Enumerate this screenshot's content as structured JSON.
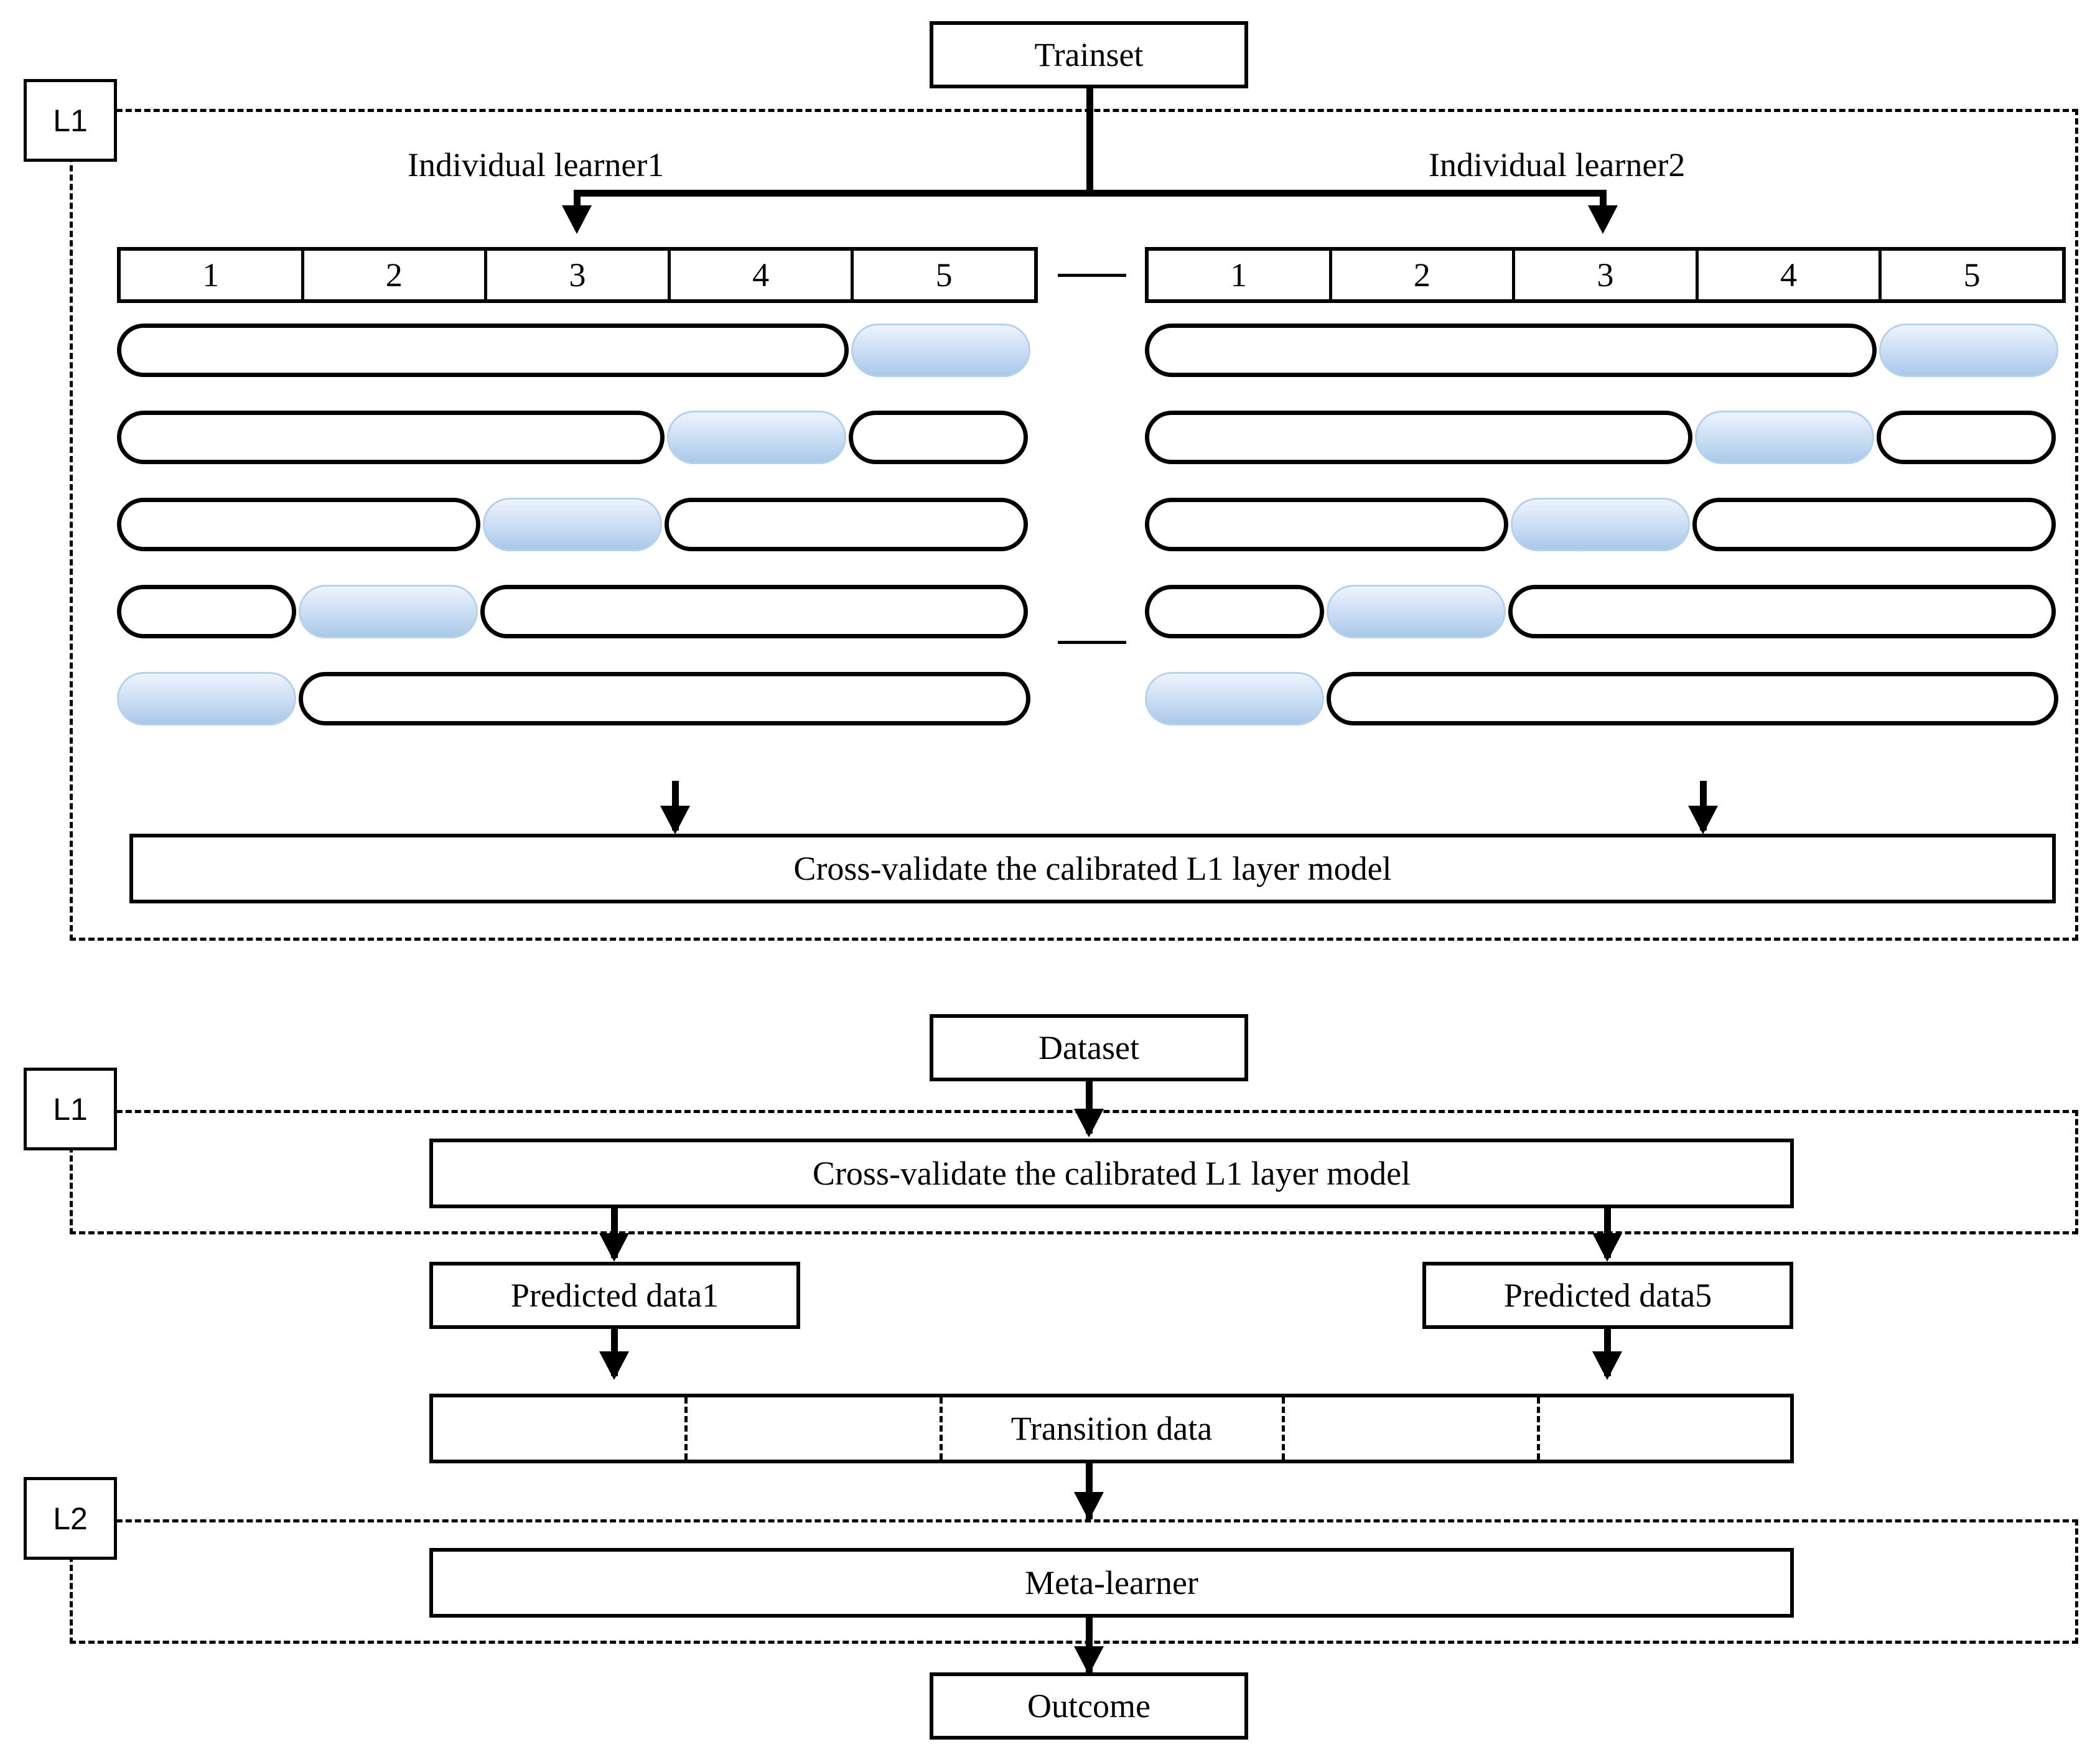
{
  "diagram": {
    "title_boxes": {
      "trainset": "Trainset",
      "dataset": "Dataset",
      "outcome": "Outcome",
      "meta_learner": "Meta-learner",
      "transition_data": "Transition data",
      "predicted_data_1": "Predicted data1",
      "predicted_data_5": "Predicted data5",
      "cross_validate": "Cross-validate the calibrated L1 layer model"
    },
    "layer_tags": {
      "l1_top": "L1",
      "l1_bottom": "L1",
      "l2": "L2"
    },
    "learners": [
      {
        "label": "Individual learner1"
      },
      {
        "label": "Individual learner2"
      }
    ],
    "fold_header": [
      "1",
      "2",
      "3",
      "4",
      "5"
    ],
    "fold_rows": [
      {
        "segments": [
          {
            "type": "white",
            "span": 4
          },
          {
            "type": "blue",
            "span": 1
          }
        ]
      },
      {
        "segments": [
          {
            "type": "white",
            "span": 3
          },
          {
            "type": "blue",
            "span": 1
          },
          {
            "type": "white",
            "span": 1
          }
        ]
      },
      {
        "segments": [
          {
            "type": "white",
            "span": 2
          },
          {
            "type": "blue",
            "span": 1
          },
          {
            "type": "white",
            "span": 2
          }
        ]
      },
      {
        "segments": [
          {
            "type": "white",
            "span": 1
          },
          {
            "type": "blue",
            "span": 1
          },
          {
            "type": "white",
            "span": 3
          }
        ]
      },
      {
        "segments": [
          {
            "type": "blue",
            "span": 1
          },
          {
            "type": "white",
            "span": 4
          }
        ]
      }
    ],
    "colors": {
      "stroke": "#000000",
      "blue_fill_top": "#eef4fc",
      "blue_fill_bottom": "#a9c9e9",
      "blue_border": "#b7d0ec",
      "background": "#ffffff"
    },
    "transition_data_columns": 5
  }
}
